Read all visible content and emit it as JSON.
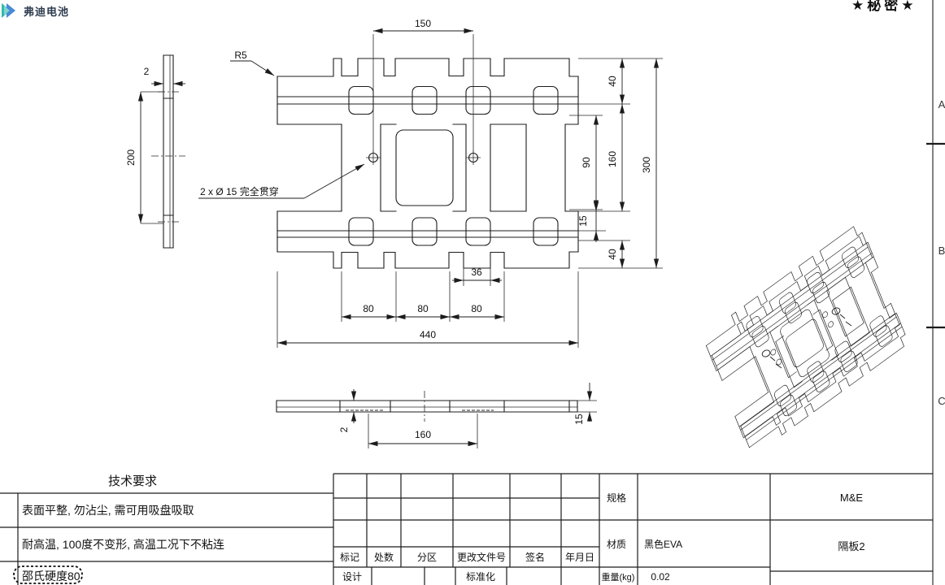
{
  "header": {
    "logo_text": "弗迪电池",
    "classification": "★秘密★"
  },
  "frame": {
    "zone_letters": [
      "A",
      "B",
      "C"
    ]
  },
  "views": {
    "front": {
      "fillet_label": "R5",
      "hole_note": "2 x Ø 15 完全贯穿",
      "dim_top": "150",
      "dims_right": [
        "40",
        "90",
        "160",
        "15",
        "40",
        "300"
      ],
      "dims_bottom": [
        "36",
        "80",
        "80",
        "80",
        "440"
      ]
    },
    "side": {
      "dims": [
        "2",
        "200"
      ]
    },
    "section": {
      "dims": [
        "2",
        "160",
        "15"
      ]
    }
  },
  "tech_requirements": {
    "title": "技术要求",
    "items": [
      "表面平整, 勿沾尘, 需可用吸盘吸取",
      "耐高温, 100度不变形, 高温工况下不粘连",
      "邵氏硬度80"
    ]
  },
  "title_block": {
    "rev_headers": [
      "标记",
      "处数",
      "分区",
      "更改文件号",
      "签名",
      "年月日"
    ],
    "design_label": "设计",
    "standard_label": "标准化",
    "spec_label": "规格",
    "spec_value": "",
    "material_label": "材质",
    "material_value": "黑色EVA",
    "weight_label": "重量(kg)",
    "weight_value": "0.02",
    "project": "M&E",
    "part_name": "隔板2"
  },
  "icons": {
    "logo_mark": "double-chevron-arrow",
    "iso_callout": "hole-callout-mark"
  }
}
